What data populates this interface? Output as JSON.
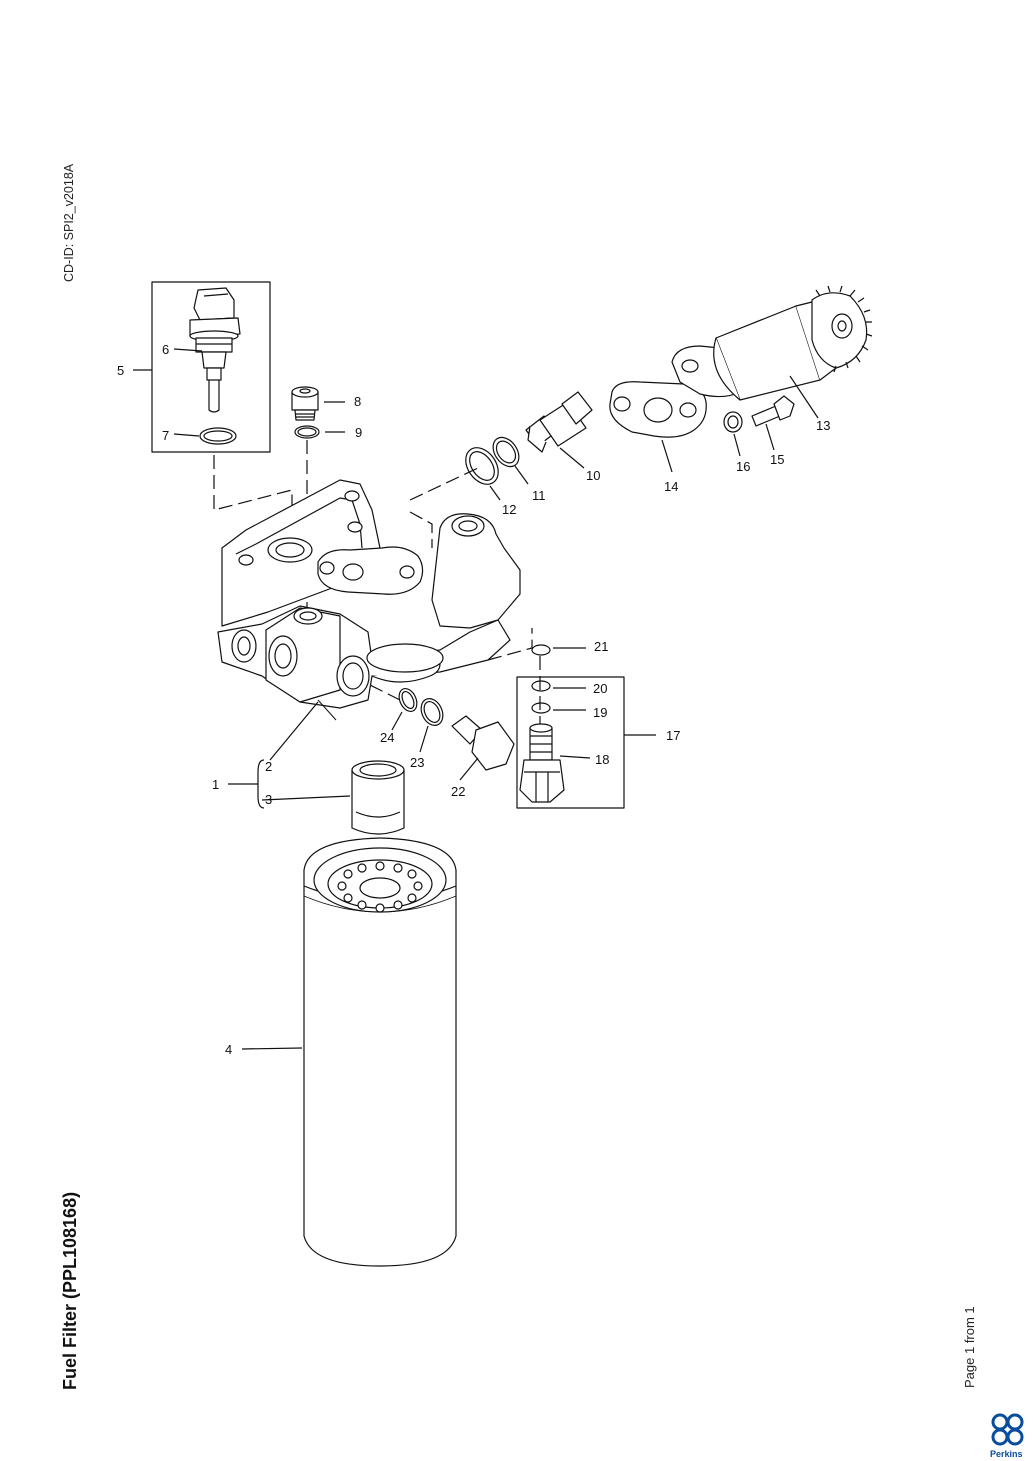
{
  "document": {
    "cd_id": "CD-ID: SPI2_v2018A",
    "title": "Fuel Filter (PPL108168)",
    "page_label": "Page 1 from 1",
    "brand": "Perkins",
    "brand_color": "#0a4d9c"
  },
  "callouts": {
    "c1": "1",
    "c2": "2",
    "c3": "3",
    "c4": "4",
    "c5": "5",
    "c6": "6",
    "c7": "7",
    "c8": "8",
    "c9": "9",
    "c10": "10",
    "c11": "11",
    "c12": "12",
    "c13": "13",
    "c14": "14",
    "c15": "15",
    "c16": "16",
    "c17": "17",
    "c18": "18",
    "c19": "19",
    "c20": "20",
    "c21": "21",
    "c22": "22",
    "c23": "23",
    "c24": "24"
  }
}
